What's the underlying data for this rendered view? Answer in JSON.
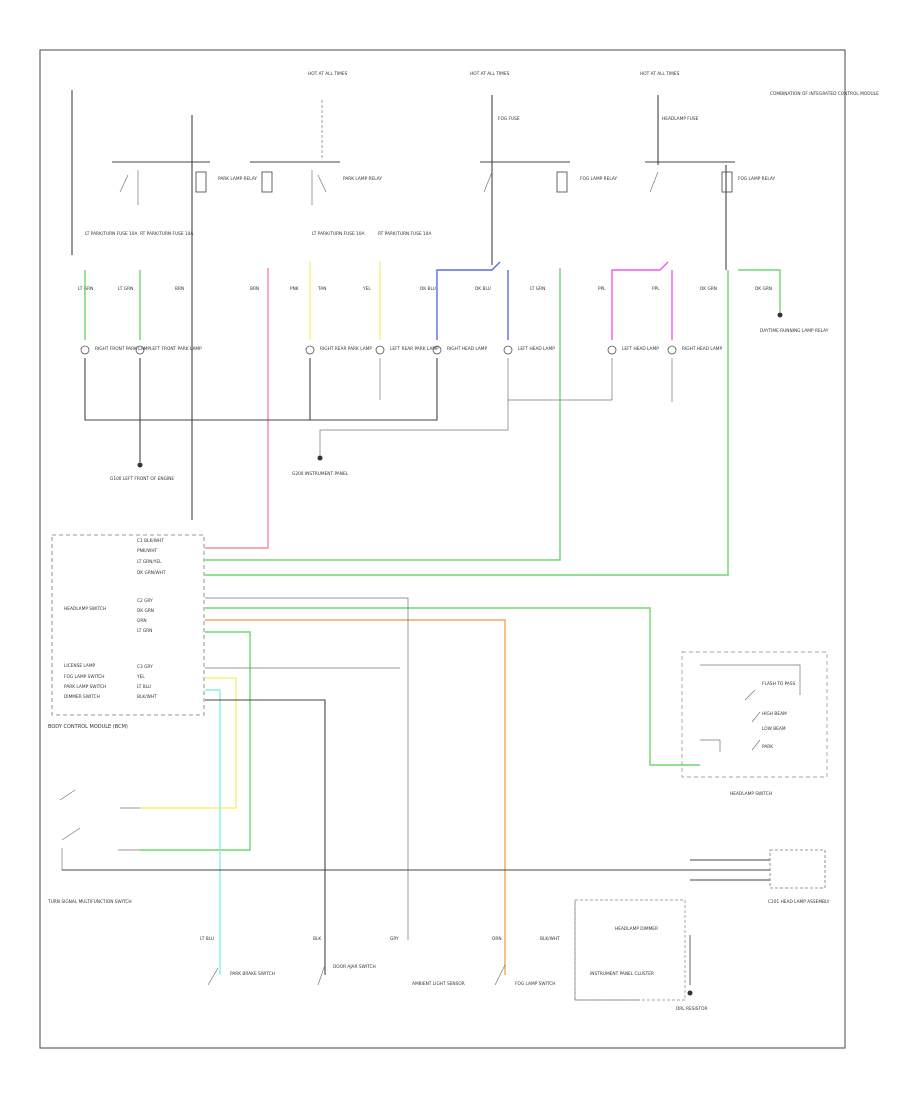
{
  "colors": {
    "green": "#6fd66f",
    "pink": "#f58aa8",
    "yellow": "#f5f07a",
    "blue": "#5a6ed8",
    "magenta": "#f05ce8",
    "orange": "#f5a65c",
    "cyan": "#8cecec",
    "wire": "#444444"
  },
  "diagram": {
    "supply_labels": [
      "HOT AT ALL TIMES",
      "HOT AT ALL TIMES",
      "HOT AT ALL TIMES"
    ],
    "corner_note": "COMBINATION OF INTEGRATED CONTROL MODULE",
    "relays": [
      "PARK LAMP RELAY",
      "PARK LAMP RELAY",
      "FOG LAMP RELAY",
      "FOG LAMP RELAY"
    ],
    "fuses": [
      "LT PARK/TURN FUSE 10A",
      "RT PARK/TURN FUSE 10A",
      "LT PARK/TURN FUSE 10A",
      "RT PARK/TURN FUSE 10A",
      "FOG FUSE",
      "HEADLAMP FUSE"
    ],
    "wire_labels": [
      "LT GRN",
      "LT GRN",
      "BRN",
      "BRN",
      "PNK",
      "TAN",
      "YEL",
      "DK BLU",
      "DK BLU",
      "LT GRN",
      "PPL",
      "PPL",
      "DK GRN",
      "DK GRN"
    ],
    "lamps": [
      "RIGHT FRONT PARK LAMP",
      "LEFT FRONT PARK LAMP",
      "RIGHT REAR PARK LAMP",
      "LEFT REAR PARK LAMP",
      "RIGHT HEAD LAMP",
      "LEFT HEAD LAMP",
      "LEFT HEAD LAMP",
      "RIGHT HEAD LAMP"
    ],
    "ground_labels": [
      "G100 LEFT FRONT OF ENGINE",
      "G200 INSTRUMENT PANEL"
    ],
    "feed_label": "DAYTIME RUNNING LAMP RELAY",
    "module_pins_top": [
      "C1 BLK/WHT",
      "PNK/WHT",
      "LT GRN/YEL",
      "DK GRN/WHT"
    ],
    "module_pins_mid": [
      "C2 GRY",
      "DK GRN",
      "ORN",
      "LT GRN"
    ],
    "module_pins_bot": [
      "C3 GRY",
      "YEL",
      "LT BLU",
      "BLK/WHT"
    ],
    "module_inputs": [
      "HEADLAMP SWITCH",
      "LICENSE LAMP",
      "FOG LAMP SWITCH",
      "PARK LAMP SWITCH",
      "DIMMER SWITCH"
    ],
    "module_name": "BODY CONTROL MODULE (BCM)",
    "headlamp_switch": "HEADLAMP SWITCH",
    "switch_labels": [
      "FLASH TO PASS",
      "HIGH BEAM",
      "LOW BEAM",
      "PARK"
    ],
    "turn_switch_label": "TURN SIGNAL MULTIFUNCTION SWITCH",
    "bottom_components": [
      "PARK BRAKE SWITCH",
      "DOOR AJAR SWITCH",
      "AMBIENT LIGHT SENSOR",
      "FOG LAMP SWITCH",
      "INSTRUMENT PANEL CLUSTER",
      "HEADLAMP DIMMER",
      "DRL RESISTOR"
    ],
    "connector_label": "C201 HEAD LAMP ASSEMBLY",
    "bottom_wire_labels": [
      "LT BLU",
      "BLK",
      "GRY",
      "ORN",
      "BLK/WHT"
    ]
  }
}
